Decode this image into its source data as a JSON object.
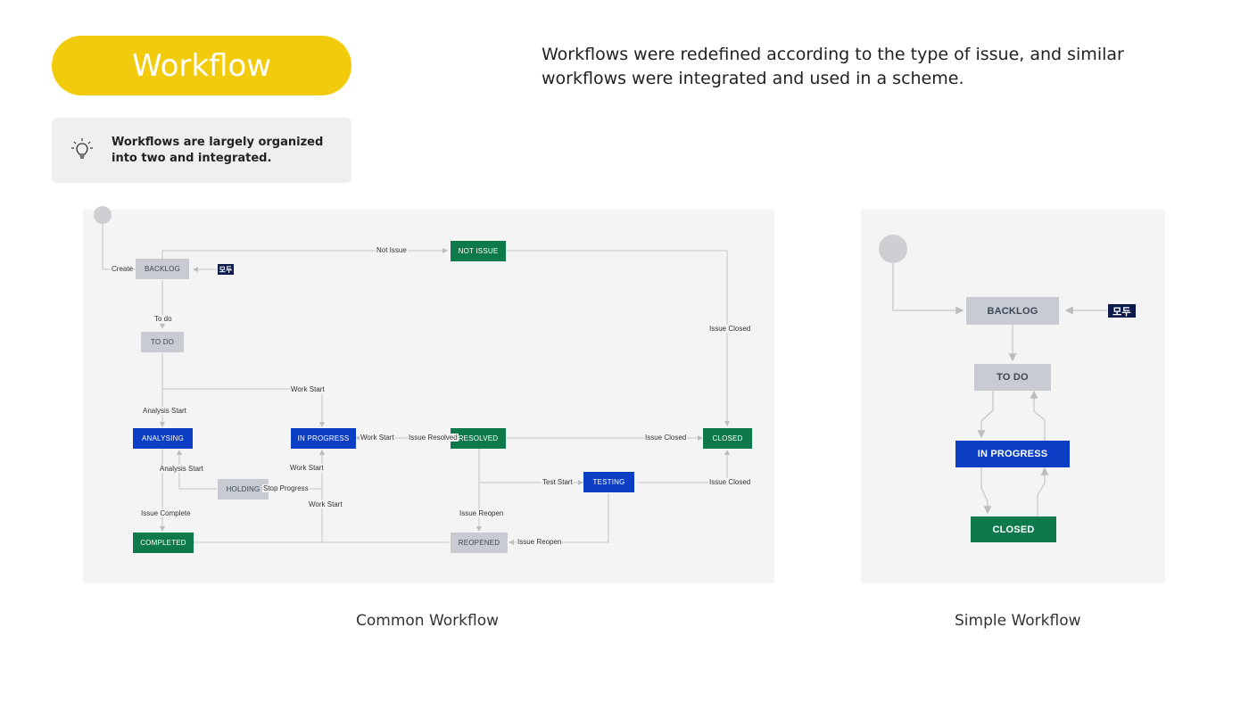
{
  "header": {
    "title": "Workflow",
    "note": "Workflows are largely organized into two and integrated.",
    "note_icon": "lightbulb-icon",
    "intro": "Workflows were redefined according to the type of issue, and similar workflows were integrated and used in a scheme.",
    "accent_color": "#f2cc0c"
  },
  "common": {
    "caption": "Common Workflow",
    "nodes": {
      "backlog": "BACKLOG",
      "badge": "모두",
      "not_issue": "NOT ISSUE",
      "todo": "TO DO",
      "analysing": "ANALYSING",
      "in_progress": "IN PROGRESS",
      "resolved": "RESOLVED",
      "closed": "CLOSED",
      "holding": "HOLDING",
      "testing": "TESTING",
      "completed": "COMPLETED",
      "reopened": "REOPENED"
    },
    "labels": {
      "create": "Create",
      "not_issue": "Not Issue",
      "to_do": "To do",
      "issue_closed_top": "Issue Closed",
      "work_start_top": "Work Start",
      "analysis_start": "Analysis Start",
      "work_start_mid": "Work Start",
      "issue_resolved": "Issue Resolved",
      "issue_closed_mid": "Issue Closed",
      "analysis_start_2": "Analysis Start",
      "work_start_low": "Work Start",
      "stop_progress": "Stop Progress",
      "test_start": "Test Start",
      "issue_closed_low": "Issue Closed",
      "work_start_bottom": "Work Start",
      "issue_complete": "Issue Complete",
      "issue_reopen_left": "Issue Reopen",
      "issue_reopen_right": "Issue Reopen"
    }
  },
  "simple": {
    "caption": "Simple Workflow",
    "nodes": {
      "backlog": "BACKLOG",
      "badge": "모두",
      "todo": "TO DO",
      "in_progress": "IN PROGRESS",
      "closed": "CLOSED"
    }
  },
  "colors": {
    "status_gray": "#c8cbd2",
    "status_blue": "#0b3ec4",
    "status_green": "#0e7a4b"
  }
}
